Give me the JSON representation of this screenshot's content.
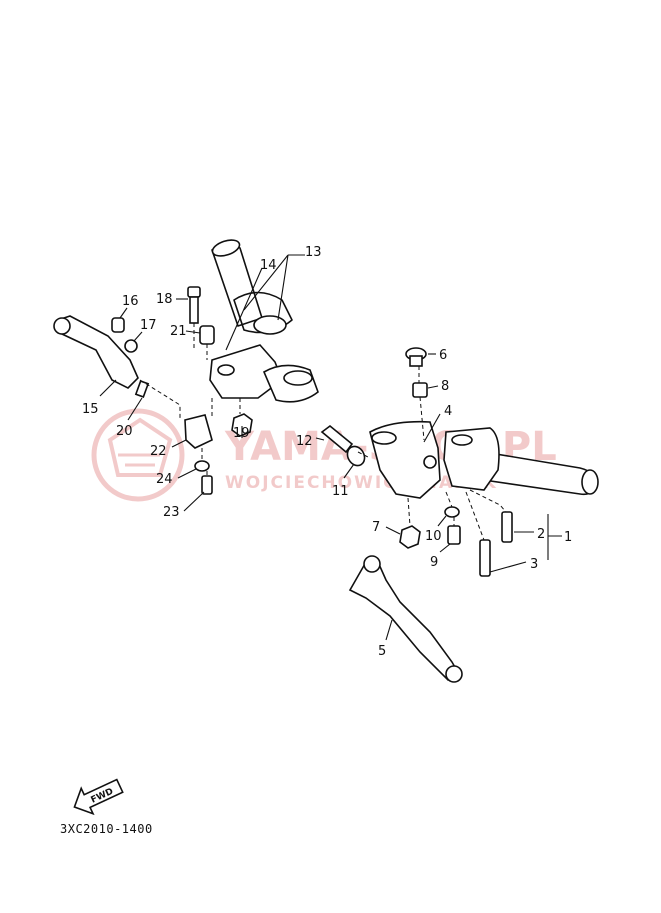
{
  "callouts": {
    "c1": "1",
    "c2": "2",
    "c3": "3",
    "c4": "4",
    "c5": "5",
    "c6": "6",
    "c7": "7",
    "c8": "8",
    "c9": "9",
    "c10": "10",
    "c11": "11",
    "c12": "12",
    "c13": "13",
    "c14": "14",
    "c15": "15",
    "c16": "16",
    "c17": "17",
    "c18": "18",
    "c19": "19",
    "c20": "20",
    "c21": "21",
    "c22": "22",
    "c23": "23",
    "c24": "24"
  },
  "fwd_label": "FWD",
  "catalog_code": "3XC2010-1400",
  "watermark": {
    "brand": "YAMA-SHOP.PL",
    "subtitle": "WOJCIECHOWICZ MAREK",
    "color": "#e8a0a0"
  }
}
